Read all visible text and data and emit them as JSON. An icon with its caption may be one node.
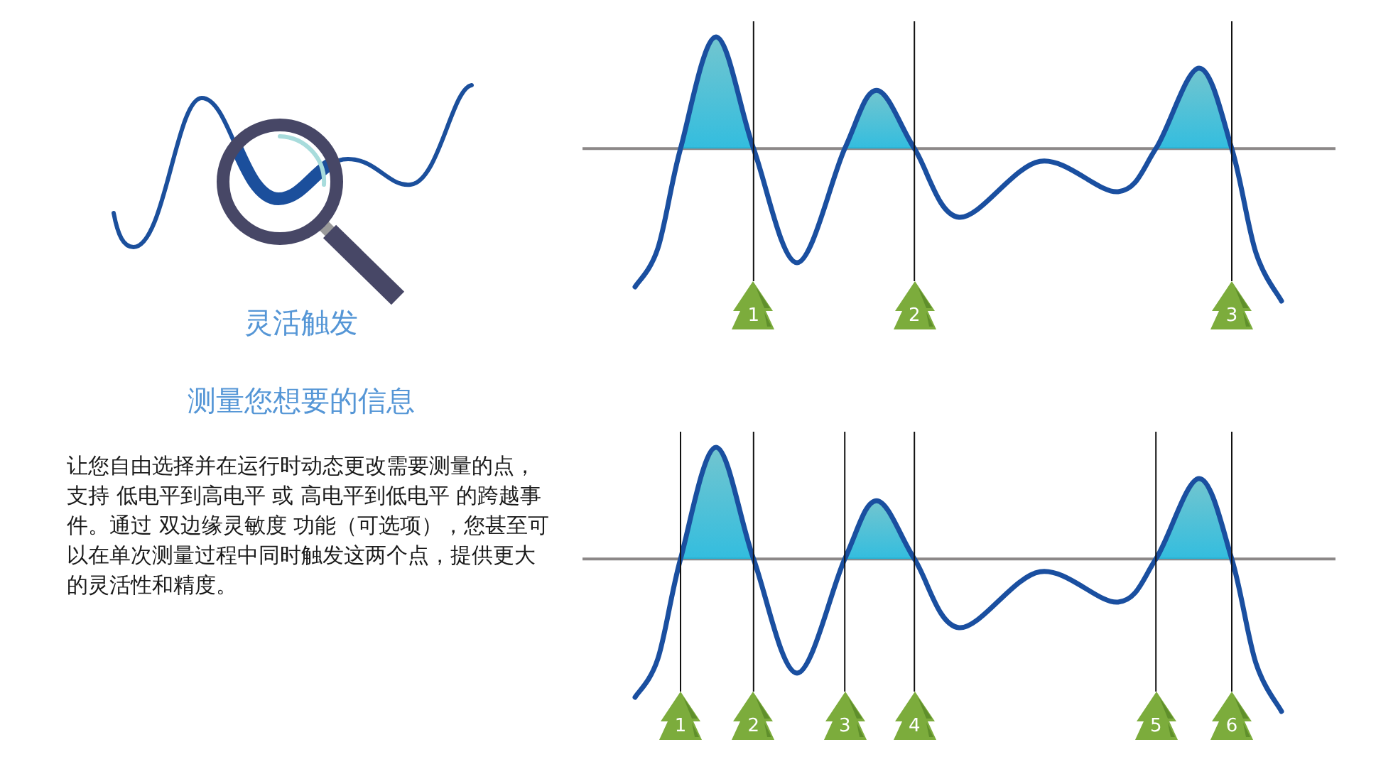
{
  "diagram": {
    "title": "灵活触发",
    "nodes": [
      {
        "text": [
          "1"
        ]
      },
      {
        "text": [
          "2"
        ]
      },
      {
        "text": [
          "3"
        ]
      },
      {
        "text": [
          "1"
        ]
      },
      {
        "text": [
          "2"
        ]
      },
      {
        "text": [
          "3"
        ]
      },
      {
        "text": [
          "4"
        ]
      },
      {
        "text": [
          "5"
        ]
      },
      {
        "text": [
          "6"
        ]
      }
    ],
    "labels": [
      "测量您想要的信息",
      "让您自由选择并在运行时动态更改需要测量的点，支持 低电平到高电平 或 高电平到低电平 的跨越事件。通过 双边缘灵敏度 功能（可选项），您甚至可以在单次测量过程中同时触发这两个点，提供更大的灵活性和精度。"
    ]
  }
}
